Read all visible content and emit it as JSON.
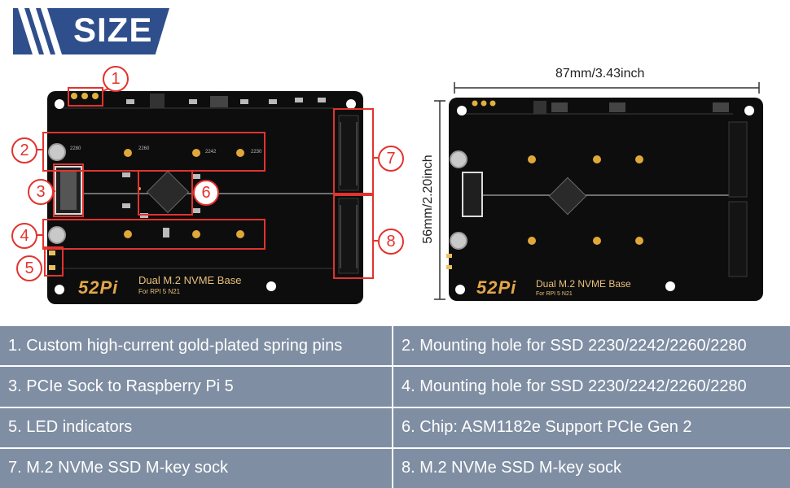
{
  "header": {
    "title": "SIZE"
  },
  "board": {
    "name": "Dual M.2 NVME Base",
    "subtitle": "For RPI 5 N21",
    "brand": "52Pi",
    "silkscreen": [
      "2280",
      "2260",
      "2242",
      "2230"
    ]
  },
  "callouts": [
    "1",
    "2",
    "3",
    "4",
    "5",
    "6",
    "7",
    "8"
  ],
  "dimensions": {
    "width": "87mm/3.43inch",
    "height": "56mm/2.20inch"
  },
  "features": [
    "1. Custom high-current gold-plated spring pins",
    "2. Mounting hole for SSD 2230/2242/2260/2280",
    "3. PCIe Sock to Raspberry Pi 5",
    "4. Mounting hole for SSD 2230/2242/2260/2280",
    "5. LED indicators",
    "6. Chip: ASM1182e Support PCIe Gen 2",
    "7. M.2 NVMe SSD M-key sock",
    "8. M.2 NVMe SSD M-key sock"
  ],
  "colors": {
    "accent": "#2f4f8c",
    "callout": "#e2332e",
    "table": "#7f8ea3",
    "pcb": "#0d0d0d",
    "gold": "#d9a441"
  }
}
